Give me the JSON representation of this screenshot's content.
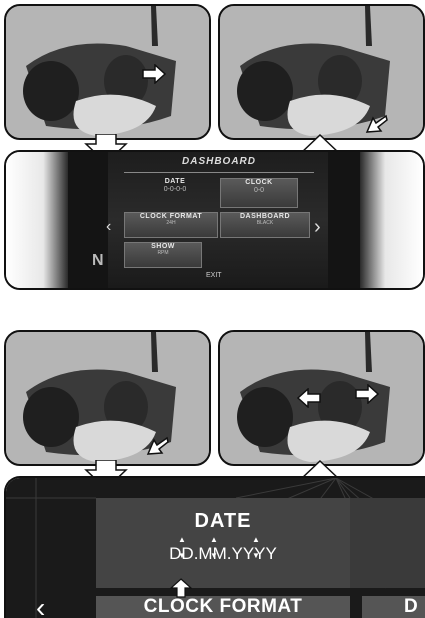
{
  "panel1": {
    "header": "DASHBOARD",
    "tiles": [
      {
        "title": "DATE",
        "value": "0-0-0-0"
      },
      {
        "title": "CLOCK",
        "value": "0-0"
      },
      {
        "title": "CLOCK FORMAT",
        "value": "24H"
      },
      {
        "title": "DASHBOARD",
        "value": "BLACK"
      },
      {
        "title": "SHOW",
        "value": "RPM"
      }
    ],
    "exit_label": "EXIT",
    "gear": "N"
  },
  "panel2": {
    "date_title": "DATE",
    "date_format": "DD.MM.YYYY",
    "clock_format": "CLOCK FORMAT",
    "right_cut": "D"
  },
  "colors": {
    "outline": "#111111",
    "screen": "#222222",
    "tile": "#4a4a4a"
  }
}
